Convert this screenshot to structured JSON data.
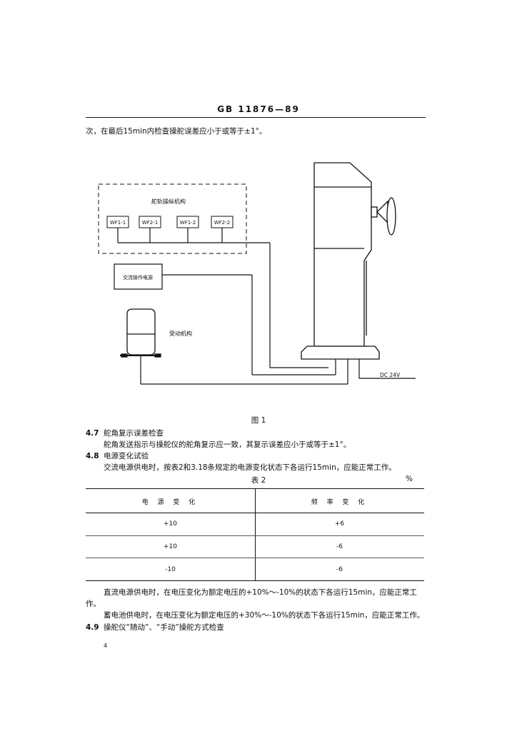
{
  "header": {
    "standard_no": "GB 11876—89"
  },
  "intro_line": "次，在最后15min内检查操舵误差应小于或等于±1°。",
  "diagram": {
    "control_box_label": "舵轨操纵机构",
    "units": [
      "WF1-1",
      "WF2-1",
      "WF1-2",
      "WF2-2"
    ],
    "repeater_box_label": "交流操作电源",
    "actuator_label": "受动机构",
    "dc_label": "DC 24V"
  },
  "figure_caption": "图 1",
  "section_4_7": {
    "number": "4.7",
    "title": "舵角复示误差检查",
    "body": "舵角发送指示与操舵仪的舵角复示应一致，其复示误差应小于或等于±1°。"
  },
  "section_4_8": {
    "number": "4.8",
    "title": "电源变化试验",
    "body": "交流电源供电时，按表2和3.18条规定的电源变化状态下各运行15min，应能正常工作。"
  },
  "table2": {
    "title": "表 2",
    "unit": "%",
    "headers": [
      "电 源 变 化",
      "频 率 变 化"
    ],
    "rows": [
      [
        "+10",
        "+6"
      ],
      [
        "+10",
        "-6"
      ],
      [
        "-10",
        "-6"
      ]
    ]
  },
  "para_dc_line1": "直流电源供电时，在电压变化为额定电压的+10%～-10%的状态下各运行15min，应能正常工",
  "para_dc_line2": "作。",
  "para_battery": "蓄电池供电时，在电压变化为额定电压的+30%～-10%的状态下各运行15min，应能正常工作。",
  "section_4_9": {
    "number": "4.9",
    "title": "操舵仪“随动”、“手动”操舵方式检查"
  },
  "page_number": "4"
}
